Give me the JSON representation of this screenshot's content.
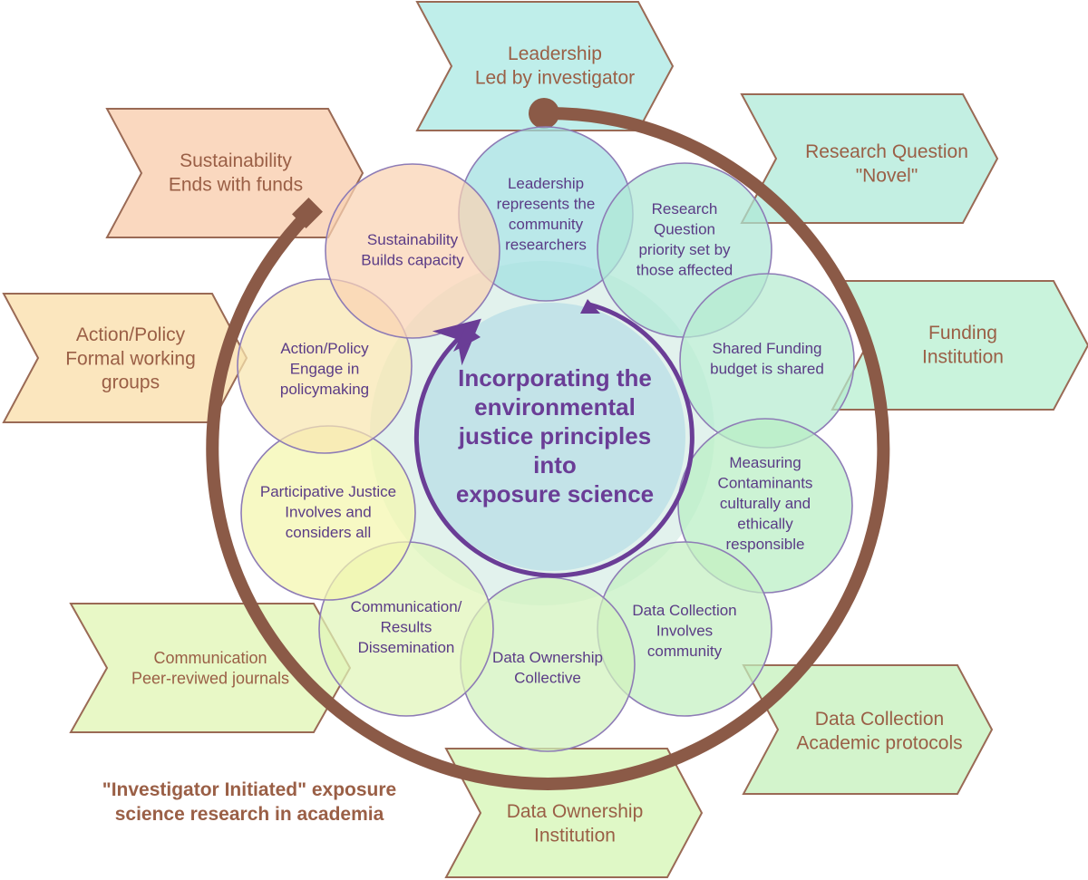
{
  "center": {
    "lines": [
      "Incorporating the",
      "environmental",
      "justice principles",
      "into",
      "exposure science"
    ]
  },
  "caption": {
    "lines": [
      "\"Investigator Initiated\" exposure",
      "science research in academia"
    ]
  },
  "circles": [
    {
      "id": "leadership",
      "lines": [
        "Leadership",
        "represents the",
        "community",
        "researchers"
      ],
      "fill": "#9fdfe0"
    },
    {
      "id": "research-question",
      "lines": [
        "Research",
        "Question",
        "priority set by",
        "those affected"
      ],
      "fill": "#aee8d6"
    },
    {
      "id": "shared-funding",
      "lines": [
        "Shared Funding",
        "budget is shared"
      ],
      "fill": "#b5ecd0"
    },
    {
      "id": "measuring-contaminants",
      "lines": [
        "Measuring",
        "Contaminants",
        "culturally and",
        "ethically",
        "responsible"
      ],
      "fill": "#b9eec4"
    },
    {
      "id": "data-collection",
      "lines": [
        "Data Collection",
        "Involves",
        "community"
      ],
      "fill": "#c4f0c0"
    },
    {
      "id": "data-ownership",
      "lines": [
        "Data Ownership",
        "Collective"
      ],
      "fill": "#d1f3bd"
    },
    {
      "id": "communication",
      "lines": [
        "Communication/",
        "Results",
        "Dissemination"
      ],
      "fill": "#e1f5b8"
    },
    {
      "id": "participative-justice",
      "lines": [
        "Participative Justice",
        "Involves and",
        "considers all"
      ],
      "fill": "#f4f6ad"
    },
    {
      "id": "action-policy",
      "lines": [
        "Action/Policy",
        "Engage in",
        "policymaking"
      ],
      "fill": "#f8e6b0"
    },
    {
      "id": "sustainability",
      "lines": [
        "Sustainability",
        "Builds capacity"
      ],
      "fill": "#f9d3b3"
    }
  ],
  "arrows": [
    {
      "id": "leadership",
      "lines": [
        "Leadership",
        "Led by investigator"
      ],
      "fill": "#bfeeea"
    },
    {
      "id": "research-question",
      "lines": [
        "Research Question",
        "\"Novel\""
      ],
      "fill": "#c3efe2"
    },
    {
      "id": "funding",
      "lines": [
        "Funding",
        "Institution"
      ],
      "fill": "#c9f3dc"
    },
    {
      "id": "data-collection",
      "lines": [
        "Data Collection",
        "Academic protocols"
      ],
      "fill": "#d3f4cc"
    },
    {
      "id": "data-ownership",
      "lines": [
        "Data Ownership",
        "Institution"
      ],
      "fill": "#dff8c6"
    },
    {
      "id": "communication",
      "lines": [
        "Communication",
        "Peer-reviwed journals"
      ],
      "fill": "#e8f8c6"
    },
    {
      "id": "action-policy",
      "lines": [
        "Action/Policy",
        "Formal working",
        "groups"
      ],
      "fill": "#fbe6be"
    },
    {
      "id": "sustainability",
      "lines": [
        "Sustainability",
        "Ends with funds"
      ],
      "fill": "#fad8bf"
    }
  ],
  "colors": {
    "ring": "#8b5a47",
    "center_text": "#6a3d96",
    "circle_text": "#5a3b86",
    "arrow_text": "#9a5f46",
    "arrow_stroke": "#9a6a55",
    "circle_stroke": "#8e7cb6"
  }
}
